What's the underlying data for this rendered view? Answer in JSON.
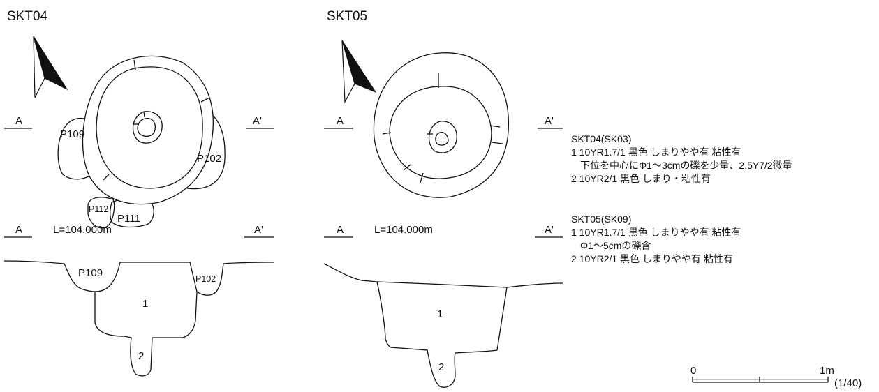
{
  "skt04": {
    "title": "SKT04",
    "plan_a": "A",
    "plan_a_prime": "A'",
    "section_a": "A",
    "section_a_prime": "A'",
    "level": "L=104.000m",
    "pits": {
      "p109": "P109",
      "p102": "P102",
      "p112": "P112",
      "p111": "P111"
    },
    "section_pits": {
      "p109": "P109",
      "p102": "P102"
    },
    "layers": [
      "1",
      "2"
    ]
  },
  "skt05": {
    "title": "SKT05",
    "plan_a": "A",
    "plan_a_prime": "A'",
    "section_a": "A",
    "section_a_prime": "A'",
    "level": "L=104.000m",
    "layers": [
      "1",
      "2"
    ]
  },
  "legend": {
    "skt04": {
      "heading": "SKT04(SK03)",
      "lines": [
        "1 10YR1.7/1 黒色 しまりやや有 粘性有",
        "下位を中心にΦ1～3cmの礫を少量、2.5Y7/2微量",
        "2 10YR2/1 黒色 しまり・粘性有"
      ]
    },
    "skt05": {
      "heading": "SKT05(SK09)",
      "lines": [
        "1 10YR1.7/1 黒色 しまりやや有 粘性有",
        "Φ1～5cmの礫含",
        "2 10YR2/1 黒色 しまりやや有 粘性有"
      ]
    }
  },
  "scale": {
    "start": "0",
    "end": "1m",
    "ratio": "(1/40)"
  },
  "colors": {
    "line": "#111111",
    "arrow_fill": "#111111"
  }
}
